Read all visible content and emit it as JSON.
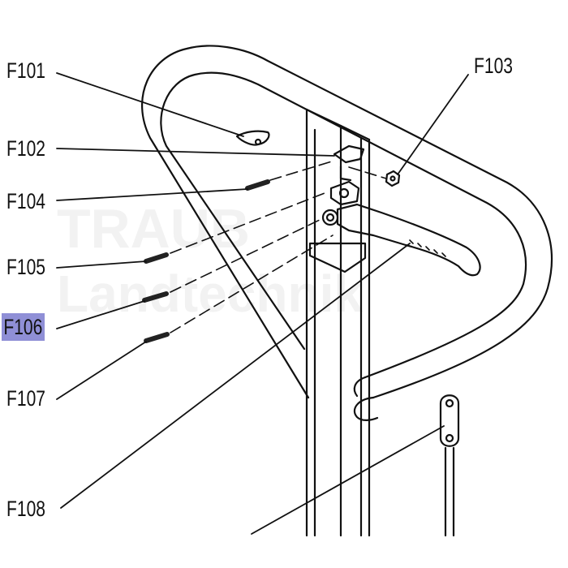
{
  "watermark": {
    "line1": "TRAUB",
    "line2": "Landtechnik"
  },
  "highlight_color": "#8f8fd6",
  "labels": {
    "f101": "F101",
    "f102": "F102",
    "f103": "F103",
    "f104": "F104",
    "f105": "F105",
    "f106": "F106",
    "f107": "F107",
    "f108": "F108"
  },
  "highlighted_part": "F106"
}
